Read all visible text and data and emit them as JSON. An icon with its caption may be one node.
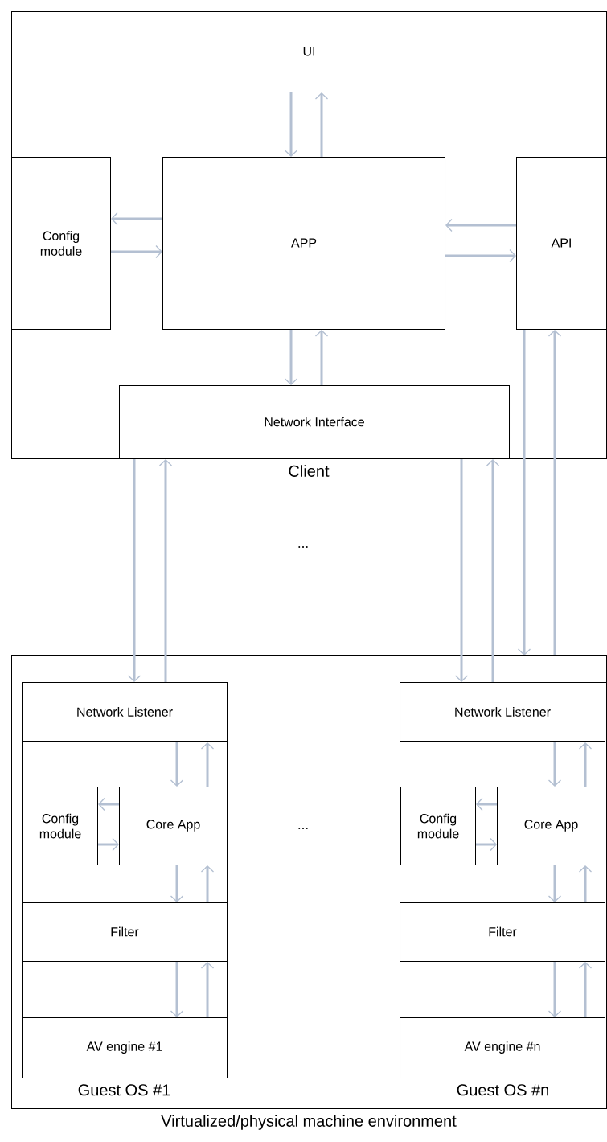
{
  "diagram": {
    "nodes": [
      {
        "text": [
          "UI"
        ]
      },
      {
        "text": [
          "Client"
        ]
      },
      {
        "text": [
          "Config module"
        ],
        "in": 1
      },
      {
        "text": [
          "APP"
        ],
        "in": 1
      },
      {
        "text": [
          "API"
        ],
        "in": 1
      },
      {
        "text": [
          "Network Interface"
        ],
        "in": 1
      },
      {
        "text": [
          "Virtualized/physical machine environment"
        ]
      },
      {
        "text": [
          "Guest OS #1"
        ],
        "in": 6
      },
      {
        "text": [
          "Network Listener"
        ],
        "in": 7
      },
      {
        "text": [
          "Config module"
        ],
        "in": 7
      },
      {
        "text": [
          "Core App"
        ],
        "in": 7
      },
      {
        "text": [
          "Filter"
        ],
        "in": 7
      },
      {
        "text": [
          "AV engine #1"
        ],
        "in": 7
      },
      {
        "text": [
          "Guest OS #n"
        ],
        "in": 6
      },
      {
        "text": [
          "Network Listener"
        ],
        "in": 13
      },
      {
        "text": [
          "Config module"
        ],
        "in": 13
      },
      {
        "text": [
          "Core App"
        ],
        "in": 13
      },
      {
        "text": [
          "Filter"
        ],
        "in": 13
      },
      {
        "text": [
          "AV engine #n"
        ],
        "in": 13
      }
    ],
    "edges": [
      {
        "from": 0,
        "to": 3,
        "arrow": "to"
      },
      {
        "from": 3,
        "to": 0,
        "arrow": "to"
      },
      {
        "from": 3,
        "to": 2,
        "arrow": "to"
      },
      {
        "from": 2,
        "to": 3,
        "arrow": "to"
      },
      {
        "from": 4,
        "to": 3,
        "arrow": "to"
      },
      {
        "from": 3,
        "to": 4,
        "arrow": "to"
      },
      {
        "from": 3,
        "to": 5,
        "arrow": "to"
      },
      {
        "from": 5,
        "to": 3,
        "arrow": "to"
      },
      {
        "from": 5,
        "to": 8,
        "arrow": "to"
      },
      {
        "from": 8,
        "to": 5,
        "arrow": "to"
      },
      {
        "from": 5,
        "to": 14,
        "arrow": "to"
      },
      {
        "from": 14,
        "to": 5,
        "arrow": "to"
      },
      {
        "from": 4,
        "to": 6,
        "arrow": "to"
      },
      {
        "from": 6,
        "to": 4,
        "arrow": "to"
      },
      {
        "from": 8,
        "to": 10,
        "arrow": "to"
      },
      {
        "from": 10,
        "to": 8,
        "arrow": "to"
      },
      {
        "from": 10,
        "to": 9,
        "arrow": "to"
      },
      {
        "from": 9,
        "to": 10,
        "arrow": "to"
      },
      {
        "from": 10,
        "to": 11,
        "arrow": "to"
      },
      {
        "from": 11,
        "to": 10,
        "arrow": "to"
      },
      {
        "from": 11,
        "to": 12,
        "arrow": "to"
      },
      {
        "from": 12,
        "to": 11,
        "arrow": "to"
      },
      {
        "from": 14,
        "to": 16,
        "arrow": "to"
      },
      {
        "from": 16,
        "to": 14,
        "arrow": "to"
      },
      {
        "from": 16,
        "to": 15,
        "arrow": "to"
      },
      {
        "from": 15,
        "to": 16,
        "arrow": "to"
      },
      {
        "from": 16,
        "to": 17,
        "arrow": "to"
      },
      {
        "from": 17,
        "to": 16,
        "arrow": "to"
      },
      {
        "from": 17,
        "to": 18,
        "arrow": "to"
      },
      {
        "from": 18,
        "to": 17,
        "arrow": "to"
      }
    ],
    "labels": [
      "...",
      "..."
    ]
  }
}
